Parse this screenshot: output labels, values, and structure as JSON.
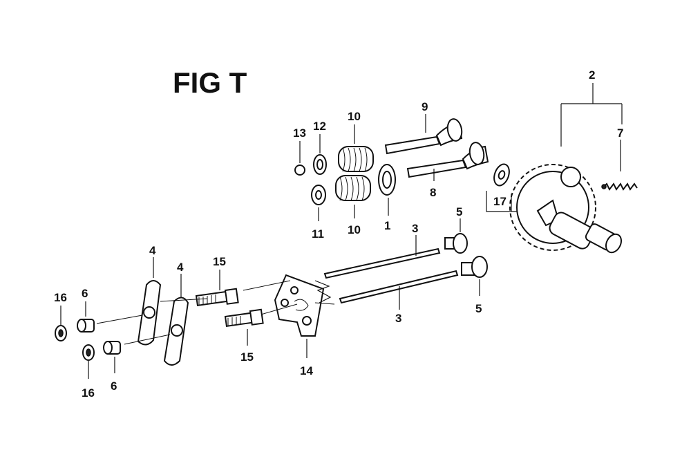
{
  "figure": {
    "title": "FIG T"
  },
  "callouts": {
    "c1": "1",
    "c2": "2",
    "c3a": "3",
    "c3b": "3",
    "c4a": "4",
    "c4b": "4",
    "c5a": "5",
    "c5b": "5",
    "c6a": "6",
    "c6b": "6",
    "c7": "7",
    "c8": "8",
    "c9": "9",
    "c10a": "10",
    "c10b": "10",
    "c11": "11",
    "c12": "12",
    "c13": "13",
    "c14": "14",
    "c15a": "15",
    "c15b": "15",
    "c16a": "16",
    "c16b": "16",
    "c17": "17"
  },
  "parts": [
    {
      "id": "1",
      "icon": "valve-stem-seal-icon"
    },
    {
      "id": "2",
      "icon": "camshaft-gear-icon"
    },
    {
      "id": "3",
      "icon": "push-rod-icon"
    },
    {
      "id": "4",
      "icon": "rocker-arm-icon"
    },
    {
      "id": "5",
      "icon": "tappet-icon"
    },
    {
      "id": "6",
      "icon": "pivot-bushing-icon"
    },
    {
      "id": "7",
      "icon": "decompressor-spring-icon"
    },
    {
      "id": "8",
      "icon": "exhaust-valve-icon"
    },
    {
      "id": "9",
      "icon": "intake-valve-icon"
    },
    {
      "id": "10",
      "icon": "valve-spring-icon"
    },
    {
      "id": "11",
      "icon": "spring-seat-icon"
    },
    {
      "id": "12",
      "icon": "spring-retainer-icon"
    },
    {
      "id": "13",
      "icon": "rotator-cap-icon"
    },
    {
      "id": "14",
      "icon": "push-rod-guide-plate-icon"
    },
    {
      "id": "15",
      "icon": "pivot-bolt-icon"
    },
    {
      "id": "16",
      "icon": "adjusting-nut-icon"
    },
    {
      "id": "17",
      "icon": "washer-icon"
    }
  ]
}
